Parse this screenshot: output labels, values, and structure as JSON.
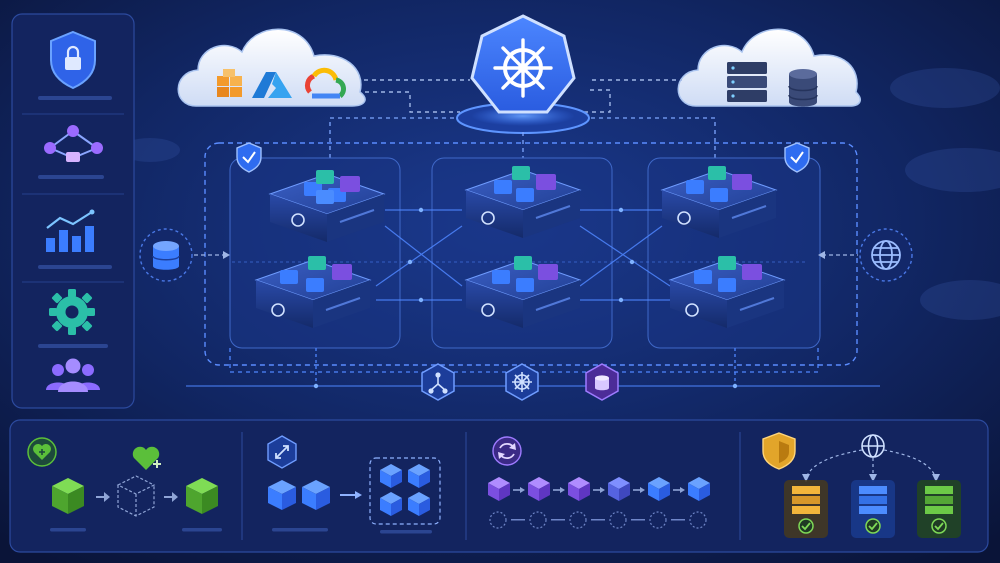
{
  "diagram": {
    "control_plane": {
      "icon": "kubernetes-helm-icon"
    },
    "clouds": [
      {
        "side": "left",
        "icons": [
          "aws-cubes-icon",
          "azure-icon",
          "google-cloud-icon"
        ]
      },
      {
        "side": "right",
        "icons": [
          "server-stack-icon",
          "database-icon"
        ]
      }
    ],
    "sidebar": {
      "items": [
        {
          "icon": "shield-lock-icon"
        },
        {
          "icon": "network-nodes-icon"
        },
        {
          "icon": "bar-chart-trend-icon"
        },
        {
          "icon": "gear-icon"
        },
        {
          "icon": "users-icon"
        }
      ]
    },
    "zones": [
      {
        "id": "zone-left",
        "nodes": 2,
        "shield": true
      },
      {
        "id": "zone-center",
        "nodes": 2,
        "shield": false
      },
      {
        "id": "zone-right",
        "nodes": 2,
        "shield": true
      }
    ],
    "external": [
      {
        "side": "left",
        "icon": "database-icon"
      },
      {
        "side": "right",
        "icon": "globe-icon"
      }
    ],
    "bottom_services": [
      "network-icon",
      "kubernetes-icon",
      "storage-icon"
    ],
    "panels": [
      {
        "id": "self-healing",
        "icon": "heart-plus-icon"
      },
      {
        "id": "auto-scaling",
        "icon": "expand-arrows-icon"
      },
      {
        "id": "rolling-update",
        "icon": "refresh-cycle-icon"
      },
      {
        "id": "secure-load-balancing",
        "icon": "shield-icon",
        "sub_icon": "globe-icon"
      }
    ],
    "colors": {
      "background": "#0b1640",
      "accent": "#3d7bff",
      "green": "#5bbf3a",
      "teal": "#2bbfa8",
      "purple": "#7b4fe0",
      "gold": "#e2a52a"
    }
  }
}
